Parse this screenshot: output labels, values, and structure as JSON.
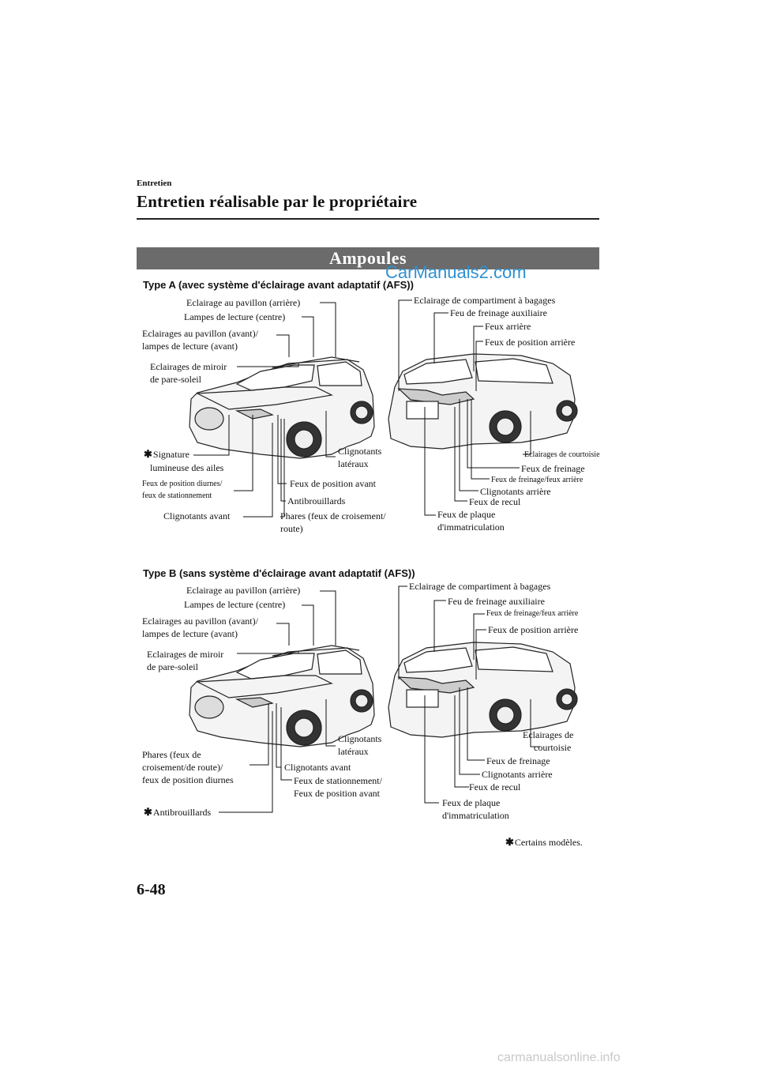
{
  "header": {
    "section": "Entretien",
    "title": "Entretien réalisable par le propriétaire"
  },
  "banner": {
    "title": "Ampoules"
  },
  "watermark": "CarManuals2.com",
  "type_a": {
    "heading": "Type A (avec système d'éclairage avant adaptatif (AFS))",
    "labels": {
      "eclairage_pavillon_arriere": "Eclairage au pavillon (arrière)",
      "lampes_lecture_centre": "Lampes de lecture (centre)",
      "eclairages_pavillon_avant_1": "Eclairages au pavillon (avant)/",
      "eclairages_pavillon_avant_2": "lampes de lecture (avant)",
      "miroir_1": "Eclairages de miroir",
      "miroir_2": "de pare-soleil",
      "signature_1": "Signature",
      "signature_2": "lumineuse des ailes",
      "diurnes_1": "Feux de position diurnes/",
      "diurnes_2": "feux de stationnement",
      "clignotants_avant": "Clignotants avant",
      "clignotants_lateraux_1": "Clignotants",
      "clignotants_lateraux_2": "latéraux",
      "feux_position_avant": "Feux de position avant",
      "antibrouillards": "Antibrouillards",
      "phares_1": "Phares (feux de croisement/",
      "phares_2": "route)",
      "compartiment_bagages": "Eclairage de compartiment à bagages",
      "freinage_auxiliaire": "Feu de freinage auxiliaire",
      "feux_arriere": "Feux arrière",
      "position_arriere": "Feux de position arrière",
      "courtoisie": "Eclairages de courtoisie",
      "feux_freinage": "Feux de freinage",
      "freinage_feux_arriere": "Feux de freinage/feux arrière",
      "clignotants_arriere": "Clignotants arrière",
      "feux_recul": "Feux de recul",
      "plaque_1": "Feux de plaque",
      "plaque_2": "d'immatriculation"
    }
  },
  "type_b": {
    "heading": "Type B (sans système d'éclairage avant adaptatif (AFS))",
    "labels": {
      "eclairage_pavillon_arriere": "Eclairage au pavillon (arrière)",
      "lampes_lecture_centre": "Lampes de lecture (centre)",
      "eclairages_pavillon_avant_1": "Eclairages au pavillon (avant)/",
      "eclairages_pavillon_avant_2": "lampes de lecture (avant)",
      "miroir_1": "Eclairages de miroir",
      "miroir_2": "de pare-soleil",
      "phares_1": "Phares (feux de",
      "phares_2": "croisement/de route)/",
      "phares_3": "feux de position diurnes",
      "antibrouillards": "Antibrouillards",
      "clignotants_lateraux_1": "Clignotants",
      "clignotants_lateraux_2": "latéraux",
      "clignotants_avant": "Clignotants avant",
      "stationnement_1": "Feux de stationnement/",
      "stationnement_2": "Feux de position avant",
      "compartiment_bagages": "Eclairage de compartiment à bagages",
      "freinage_auxiliaire": "Feu de freinage auxiliaire",
      "freinage_feux_arriere": "Feux de freinage/feux arrière",
      "position_arriere": "Feux de position arrière",
      "courtoisie_1": "Eclairages de",
      "courtoisie_2": "courtoisie",
      "feux_freinage": "Feux de freinage",
      "clignotants_arriere": "Clignotants arrière",
      "feux_recul": "Feux de recul",
      "plaque_1": "Feux de plaque",
      "plaque_2": "d'immatriculation"
    }
  },
  "footnote": "Certains modèles.",
  "page_number": "6-48",
  "footer_watermark": "carmanualsonline.info"
}
